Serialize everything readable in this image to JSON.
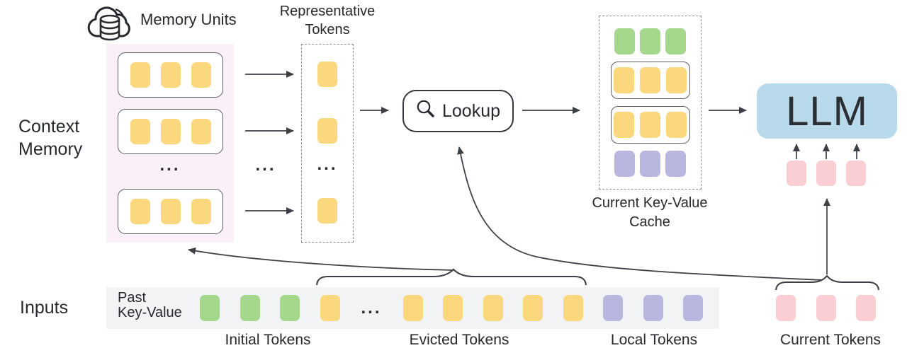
{
  "colors": {
    "yellow": "#FBD87E",
    "green": "#A5D78D",
    "purple": "#B9B7DF",
    "pink": "#FBCED3",
    "blue": "#B8DAEB",
    "memory_bg": "#FAF0F8",
    "strip_bg": "#F2F3F4",
    "stroke": "#3C4045",
    "text": "#26292E"
  },
  "labels": {
    "memory_units": "Memory Units",
    "context_memory_line1": "Context",
    "context_memory_line2": "Memory",
    "representative_line1": "Representative",
    "representative_line2": "Tokens",
    "lookup": "Lookup",
    "cache_line1": "Current Key-Value",
    "cache_line2": "Cache",
    "llm": "LLM",
    "inputs": "Inputs",
    "past_kv_line1": "Past",
    "past_kv_line2": "Key-Value",
    "initial_tokens": "Initial Tokens",
    "evicted_tokens": "Evicted Tokens",
    "local_tokens": "Local Tokens",
    "current_tokens": "Current Tokens",
    "ellipsis": "..."
  },
  "memory": {
    "units": [
      {
        "tokens": [
          "yellow",
          "yellow",
          "yellow"
        ]
      },
      {
        "tokens": [
          "yellow",
          "yellow",
          "yellow"
        ]
      },
      {
        "tokens": [
          "yellow",
          "yellow",
          "yellow"
        ]
      }
    ]
  },
  "representative": {
    "tokens": [
      "yellow",
      "yellow",
      "dots",
      "yellow"
    ]
  },
  "cache": {
    "rows": [
      {
        "type": "plain",
        "tokens": [
          "green",
          "green",
          "green"
        ]
      },
      {
        "type": "unit",
        "tokens": [
          "yellow",
          "yellow",
          "yellow"
        ]
      },
      {
        "type": "unit",
        "tokens": [
          "yellow",
          "yellow",
          "yellow"
        ]
      },
      {
        "type": "plain",
        "tokens": [
          "purple",
          "purple",
          "purple"
        ]
      }
    ]
  },
  "llm_output_tokens": [
    "pink",
    "pink",
    "pink"
  ],
  "input_strip": {
    "tokens": [
      "green",
      "green",
      "green",
      "yellow",
      "dots",
      "yellow",
      "yellow",
      "yellow",
      "yellow",
      "yellow",
      "purple",
      "purple",
      "purple"
    ]
  },
  "current_tokens_row": [
    "pink",
    "pink",
    "pink"
  ]
}
